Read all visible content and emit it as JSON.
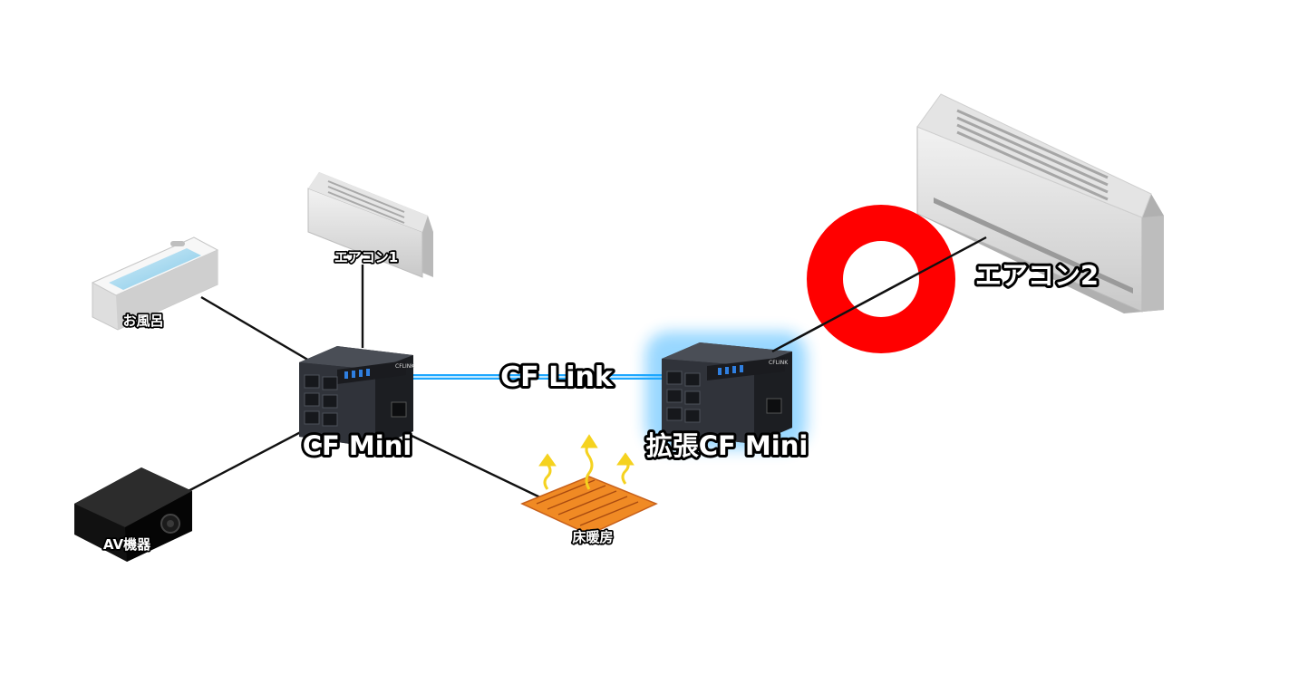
{
  "devices": {
    "bath": "お風呂",
    "aircon1": "エアコン1",
    "av": "AV機器",
    "floor_heating": "床暖房",
    "aircon2": "エアコン2"
  },
  "controllers": {
    "main": "CF Mini",
    "extension": "拡張CF Mini",
    "port_label": "CFLINK"
  },
  "link": {
    "label": "CF Link"
  },
  "colors": {
    "link_glow": "#1ea7ff",
    "ring": "#ff0000",
    "wire": "#111111",
    "heater": "#f08a24",
    "arrow": "#f5d21f"
  }
}
